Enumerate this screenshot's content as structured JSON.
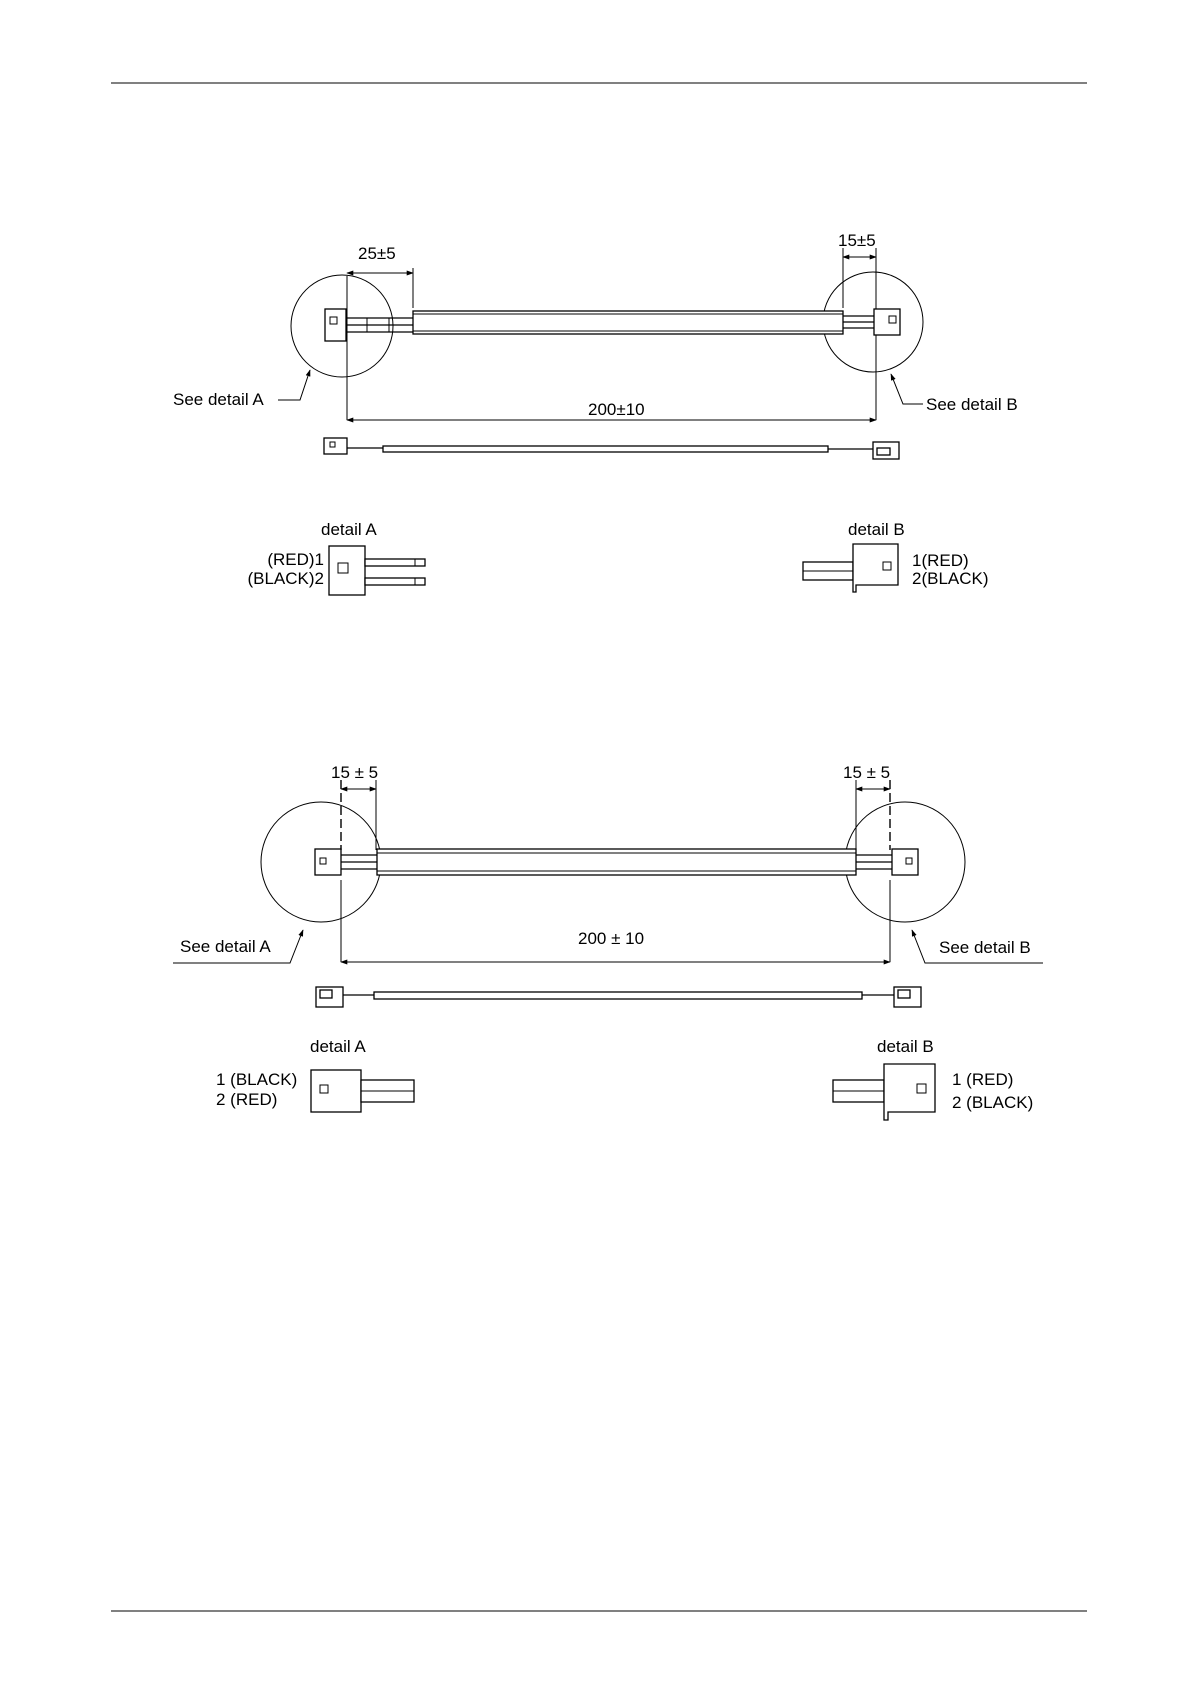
{
  "diagram1": {
    "dim_left": "25±5",
    "dim_right": "15±5",
    "dim_length": "200±10",
    "see_detail_a": "See detail A",
    "see_detail_b": "See detail B",
    "detail_a": {
      "title": "detail A",
      "pin1": "(RED)1",
      "pin2": "(BLACK)2"
    },
    "detail_b": {
      "title": "detail B",
      "pin1": "1(RED)",
      "pin2": "2(BLACK)"
    }
  },
  "diagram2": {
    "dim_left": "15 ± 5",
    "dim_right": "15 ± 5",
    "dim_length": "200 ± 10",
    "see_detail_a": "See detail A",
    "see_detail_b": "See detail B",
    "detail_a": {
      "title": "detail A",
      "pin1": "1 (BLACK)",
      "pin2": "2 (RED)"
    },
    "detail_b": {
      "title": "detail B",
      "pin1": "1 (RED)",
      "pin2": "2 (BLACK)"
    }
  }
}
